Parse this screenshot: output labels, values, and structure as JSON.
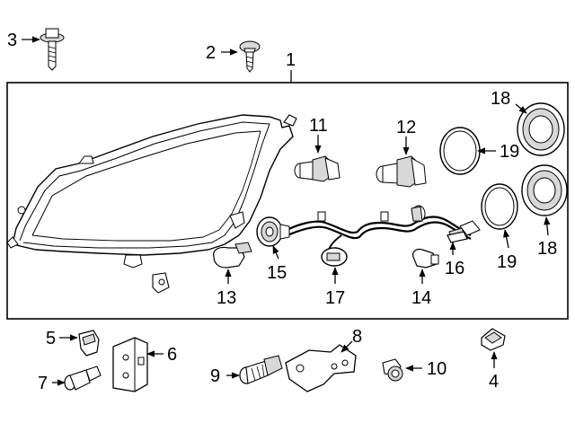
{
  "callouts": {
    "c1": "1",
    "c2": "2",
    "c3": "3",
    "c4": "4",
    "c5": "5",
    "c6": "6",
    "c7": "7",
    "c8": "8",
    "c9": "9",
    "c10": "10",
    "c11": "11",
    "c12": "12",
    "c13": "13",
    "c14": "14",
    "c15": "15",
    "c16": "16",
    "c17": "17",
    "c18a": "18",
    "c18b": "18",
    "c19a": "19",
    "c19b": "19"
  }
}
